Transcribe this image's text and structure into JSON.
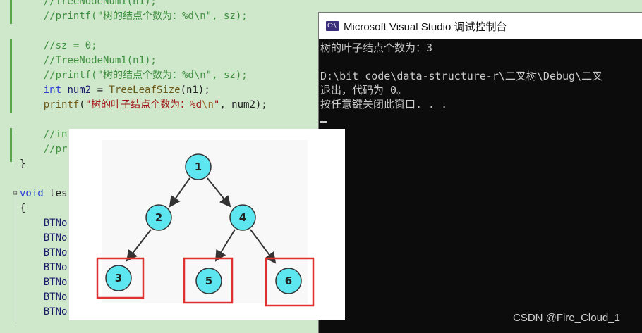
{
  "editor": {
    "lines": [
      {
        "cls": "cm",
        "text": "    //TreeNodeNum1(n1);"
      },
      {
        "cls": "cm",
        "text": "    //printf(\"树的结点个数为：%d\\n\", sz);"
      },
      {
        "cls": "cm",
        "text": "    //sz = 0;"
      },
      {
        "cls": "cm",
        "text": "    //TreeNodeNum1(n1);"
      },
      {
        "cls": "cm",
        "text": "    //printf(\"树的结点个数为：%d\\n\", sz);"
      },
      {
        "cls": "cm",
        "text": "    //in"
      },
      {
        "cls": "cm",
        "text": "    //pr"
      },
      {
        "cls": "plain",
        "text": "}"
      },
      {
        "cls": "plain",
        "text": "{"
      },
      {
        "cls": "id",
        "text": "    BTNo"
      },
      {
        "cls": "id",
        "text": "    BTNo"
      },
      {
        "cls": "id",
        "text": "    BTNo"
      },
      {
        "cls": "id",
        "text": "    BTNo"
      },
      {
        "cls": "id",
        "text": "    BTNo"
      },
      {
        "cls": "id",
        "text": "    BTNo"
      },
      {
        "cls": "id",
        "text": "    BTNo"
      }
    ],
    "line_int": {
      "kw": "int",
      "rest1": " ",
      "var": "num2",
      "eq": " = ",
      "fn": "TreeLeafSize",
      "args": "(n1);"
    },
    "line_printf": {
      "fn": "printf",
      "open": "(",
      "str": "\"树的叶子结点个数为：%d",
      "esc": "\\n",
      "close": "\"",
      "rest": ", num2);"
    },
    "line_void": {
      "kw": "void",
      "rest": " tes"
    }
  },
  "console": {
    "title": "Microsoft Visual Studio 调试控制台",
    "icon_label": "C:\\",
    "lines": [
      "树的叶子结点个数为：3",
      "",
      "D:\\bit_code\\data-structure-r\\二叉树\\Debug\\二叉",
      "退出，代码为 0。",
      "按任意键关闭此窗口. . ."
    ]
  },
  "tree": {
    "nodes": [
      {
        "label": "1",
        "highlighted": false
      },
      {
        "label": "2",
        "highlighted": false
      },
      {
        "label": "4",
        "highlighted": false
      },
      {
        "label": "3",
        "highlighted": true
      },
      {
        "label": "5",
        "highlighted": true
      },
      {
        "label": "6",
        "highlighted": true
      }
    ],
    "colors": {
      "node_fill": "#5ee6f0",
      "highlight_box": "#e03030",
      "edge": "#333333"
    }
  },
  "watermark": "CSDN @Fire_Cloud_1"
}
